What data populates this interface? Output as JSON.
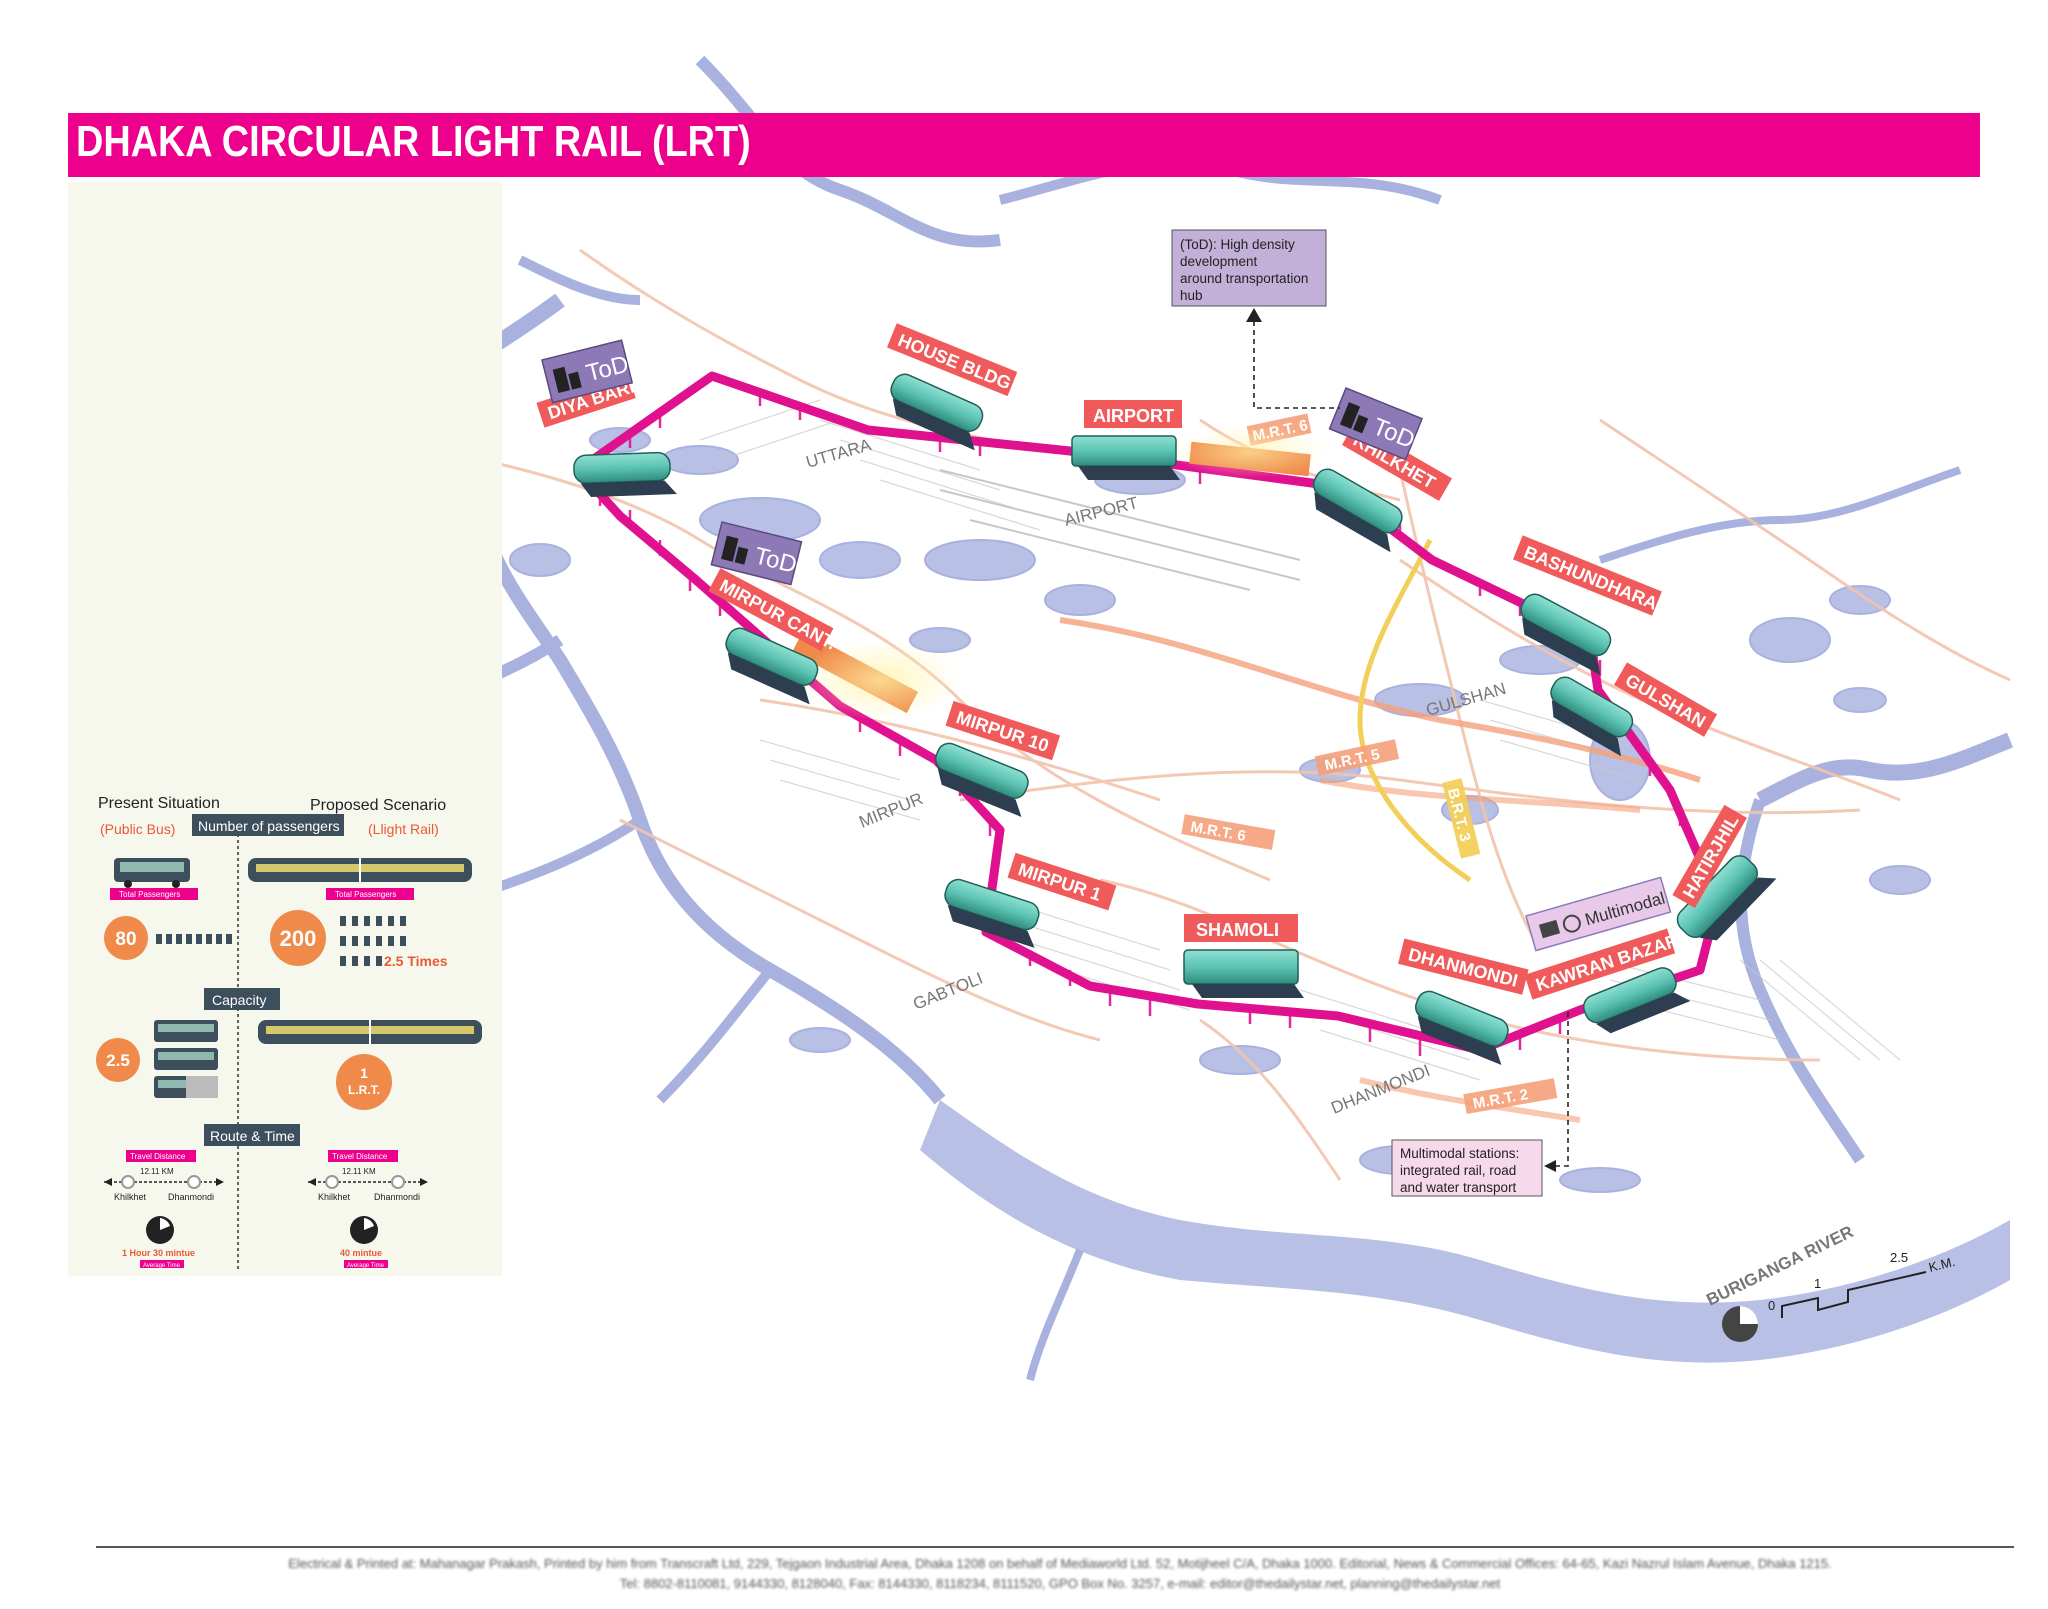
{
  "title": "DHAKA CIRCULAR LIGHT RAIL (LRT)",
  "stations": {
    "diya_bari": "DIYA BARI",
    "house_bldg": "HOUSE BLDG",
    "airport": "AIRPORT",
    "khilkhet": "KHILKHET",
    "bashundhara": "BASHUNDHARA",
    "gulshan": "GULSHAN",
    "hatirjhil": "HATIRJHIL",
    "kawran_bazar": "KAWRAN BAZAR",
    "dhanmondi": "DHANMONDI",
    "shamoli": "SHAMOLI",
    "mirpur1": "MIRPUR 1",
    "mirpur10": "MIRPUR 10",
    "mirpur_cant": "MIRPUR CANT."
  },
  "tod_label": "ToD",
  "multimodal_label": "Multimodal",
  "areas": {
    "uttara": "UTTARA",
    "airport": "AIRPORT",
    "mirpur": "MIRPUR",
    "gulshan": "GULSHAN",
    "gabtoli": "GABTOLI",
    "dhanmondi": "DHANMONDI",
    "buriganga": "BURIGANGA RIVER"
  },
  "mrt": {
    "mrt6_top": "M.R.T. 6",
    "mrt5": "M.R.T. 5",
    "mrt6_mid": "M.R.T. 6",
    "mrt2": "M.R.T. 2",
    "brt": "B.R.T. 3"
  },
  "notes": {
    "tod": [
      "(ToD): High density",
      "development",
      "around transportation",
      "hub"
    ],
    "multimodal": [
      "Multimodal stations:",
      "integrated rail, road",
      "and water transport"
    ]
  },
  "scale": {
    "zero": "0",
    "one": "1",
    "two_five": "2.5",
    "unit": "K.M."
  },
  "panel": {
    "present": "Present Situation",
    "present_sub": "(Public Bus)",
    "proposed": "Proposed Scenario",
    "proposed_sub": "(Llight Rail)",
    "passengers_heading": "Number of passengers",
    "total_passengers": "Total Passengers",
    "bus_passengers": "80",
    "lrt_passengers": "200",
    "times": "2.5 Times",
    "capacity_heading": "Capacity",
    "bus_capacity": "2.5",
    "lrt_capacity_num": "1",
    "lrt_capacity_unit": "L.R.T.",
    "route_heading": "Route & Time",
    "travel_distance": "Travel Distance",
    "distance": "12.11 KM",
    "from": "Khilkhet",
    "to": "Dhanmondi",
    "bus_time": "1 Hour 30 mintue",
    "lrt_time": "40 mintue",
    "average_time": "Average Time"
  },
  "footer": {
    "line1": "Electrical & Printed at: Mahanagar Prakash, Printed by him from Transcraft Ltd, 229, Tejgaon Industrial Area, Dhaka 1208 on behalf of Mediaworld Ltd. 52, Motijheel C/A, Dhaka 1000. Editorial, News & Commercial Offices: 64-65, Kazi Nazrul Islam Avenue, Dhaka 1215.",
    "line2": "Tel: 8802-8110081, 9144330, 8128040, Fax: 8144330, 8118234, 8111520, GPO Box No. 3257, e-mail: editor@thedailystar.net, planning@thedailystar.net"
  },
  "colors": {
    "title_bar": "#ec008c",
    "track": "#e0118f",
    "station_label": "#f05a5a",
    "station_body": "#5cc3b3",
    "tod_box": "#8e79b7",
    "note_box": "#c2b0d8",
    "water": "#aeb7e0",
    "road": "#f0b89a",
    "mrt": "#f5a07a",
    "brt": "#f2cf5a",
    "accent_orange": "#f08a4b"
  }
}
